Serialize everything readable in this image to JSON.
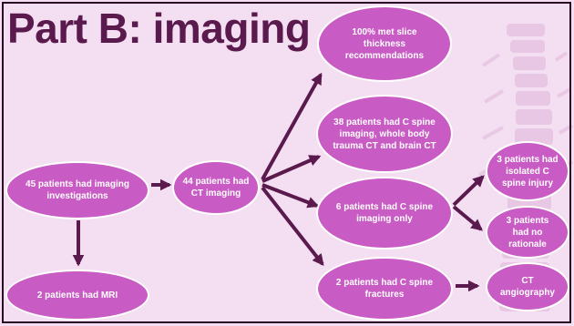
{
  "title": "Part B: imaging",
  "colors": {
    "node_fill": "#c95bc4",
    "node_border": "#ffffff",
    "arrow": "#5a1a4e",
    "title": "#5a1a4e",
    "background": "#f4dff2"
  },
  "nodes": {
    "imaging_investigations": "45 patients had imaging investigations",
    "mri": "2 patients had MRI",
    "ct_imaging": "44 patients had CT imaging",
    "slice_thickness": "100% met slice thickness recommendations",
    "full_imaging": "38 patients had C spine imaging, whole body trauma CT and brain CT",
    "c_spine_only": "6 patients had C spine imaging only",
    "fractures": "2 patients had C spine fractures",
    "isolated_injury": "3 patients had isolated C spine injury",
    "no_rationale": "3 patients had no rationale",
    "ct_angiography": "CT angiography"
  }
}
